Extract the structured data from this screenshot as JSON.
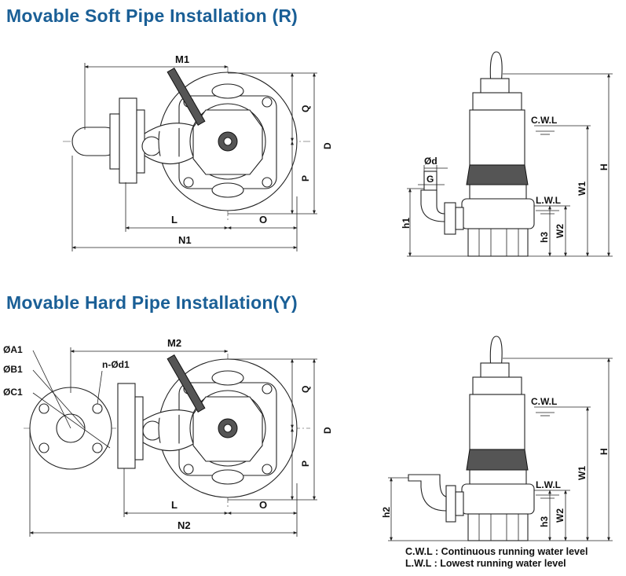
{
  "titles": {
    "soft": "Movable Soft Pipe Installation (R)",
    "hard": "Movable Hard Pipe Installation(Y)"
  },
  "dims_top": {
    "M1": "M1",
    "Q": "Q",
    "D": "D",
    "P": "P",
    "L": "L",
    "O": "O",
    "N1": "N1",
    "d": "Ød",
    "G": "G",
    "h1": "h1",
    "h3": "h3",
    "W2": "W2",
    "W1": "W1",
    "H": "H",
    "CWL": "C.W.L",
    "LWL": "L.W.L"
  },
  "dims_bottom": {
    "M2": "M2",
    "Q": "Q",
    "D": "D",
    "P": "P",
    "L": "L",
    "O": "O",
    "N2": "N2",
    "A1": "ØA1",
    "B1": "ØB1",
    "C1": "ØC1",
    "nd1": "n-Ød1",
    "h2": "h2",
    "h3": "h3",
    "W2": "W2",
    "W1": "W1",
    "H": "H",
    "CWL": "C.W.L",
    "LWL": "L.W.L"
  },
  "legend": {
    "cwl": "C.W.L : Continuous running water level",
    "lwl": "L.W.L :  Lowest running water level"
  },
  "colors": {
    "title": "#1a5f96",
    "line": "#222222"
  }
}
